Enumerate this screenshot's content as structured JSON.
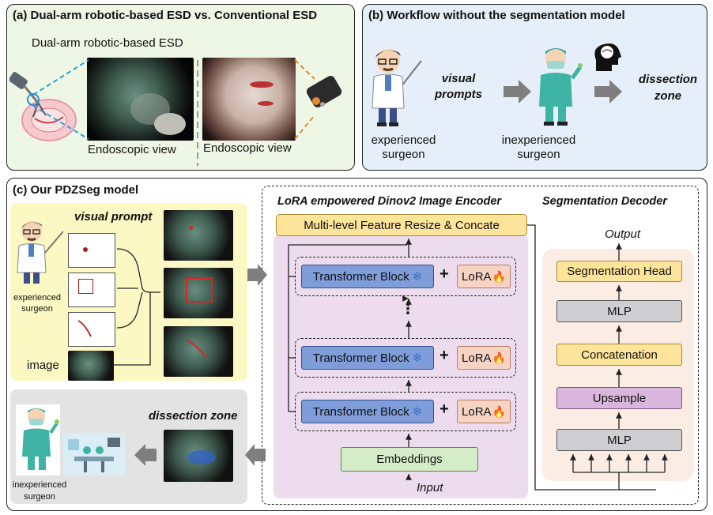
{
  "panel_a": {
    "title": "(a) Dual-arm robotic-based ESD vs. Conventional ESD",
    "subtitle": "Dual-arm robotic-based ESD",
    "left_caption": "Endoscopic view",
    "right_caption": "Endoscopic view"
  },
  "panel_b": {
    "title": "(b) Workflow without the segmentation model",
    "experienced_line1": "experienced",
    "experienced_line2": "surgeon",
    "visual_prompts_line1": "visual",
    "visual_prompts_line2": "prompts",
    "inexperienced_line1": "inexperienced",
    "inexperienced_line2": "surgeon",
    "dissection_line1": "dissection",
    "dissection_line2": "zone"
  },
  "panel_c": {
    "title": "(c) Our PDZSeg model",
    "visual_prompt": "visual prompt",
    "experienced_line1": "experienced",
    "experienced_line2": "surgeon",
    "image_label": "image",
    "dissection_zone": "dissection zone",
    "inexperienced_line1": "inexperienced",
    "inexperienced_line2": "surgeon",
    "encoder_title": "LoRA empowered Dinov2 Image Encoder",
    "decoder_title": "Segmentation Decoder",
    "resize_concat": "Multi-level Feature Resize & Concate",
    "transformer_block": "Transformer Block",
    "lora": "LoRA",
    "ellipsis": "⋮",
    "embeddings": "Embeddings",
    "input": "Input",
    "output": "Output",
    "seg_head": "Segmentation Head",
    "mlp_top": "MLP",
    "concatenation": "Concatenation",
    "upsample": "Upsample",
    "mlp_bottom": "MLP"
  },
  "icons": {
    "snowflake": "❄",
    "fire": "🔥",
    "plus": "+"
  },
  "colors": {
    "panel_a_bg": "#eef7e6",
    "panel_b_bg": "#e6eff9",
    "prompt_bg": "#fbf8c4",
    "dissection_bg": "#e3e3e3",
    "encoder_bg": "#ecdcee",
    "decoder_bg": "#fbece4"
  }
}
